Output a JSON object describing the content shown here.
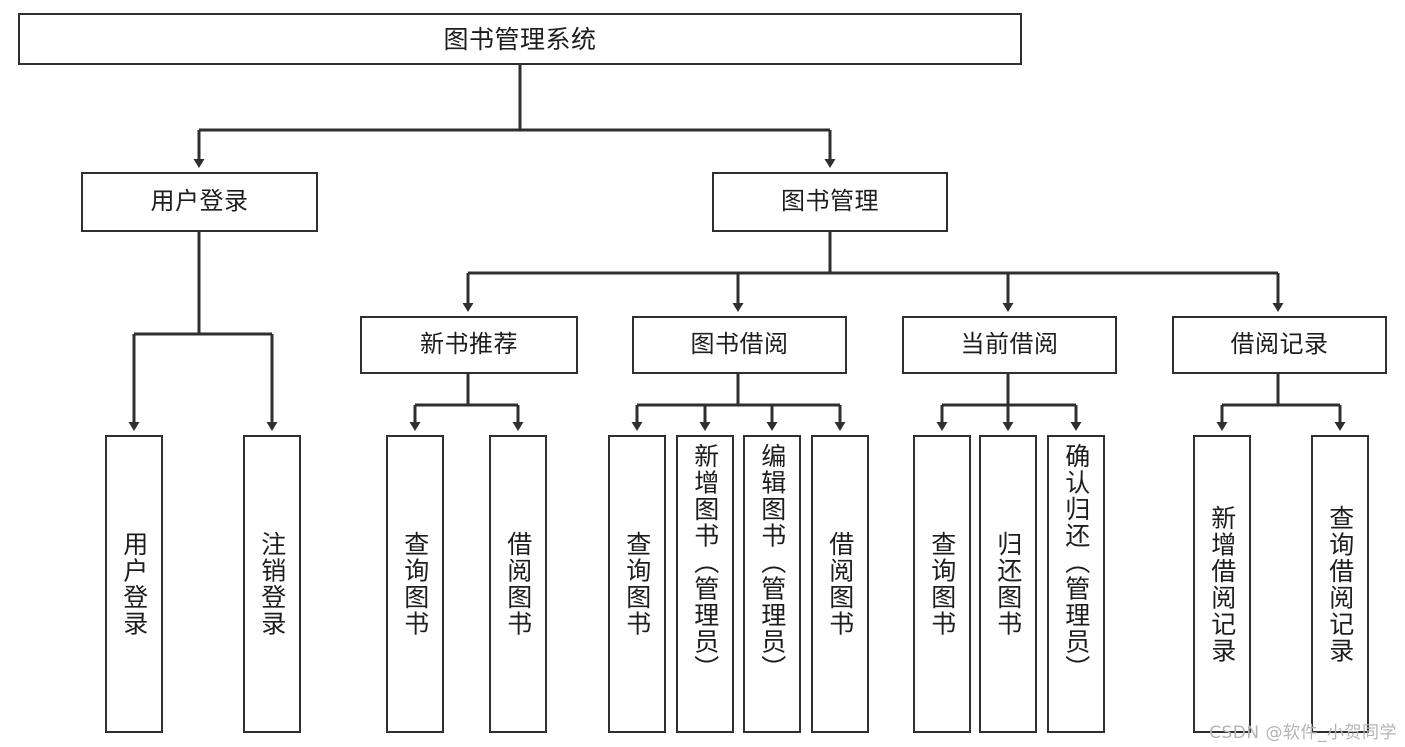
{
  "diagram": {
    "title": "图书管理系统",
    "type": "tree-hierarchy-diagram",
    "line_color": "#2f2f2f",
    "box_fill": "#ffffff",
    "text_color": "#1d1d1d"
  },
  "nodes": {
    "root": {
      "label": "图书管理系统"
    },
    "level2": [
      {
        "id": "user-login",
        "label": "用户登录"
      },
      {
        "id": "book-management",
        "label": "图书管理"
      }
    ],
    "level3": [
      {
        "id": "new-book-recommend",
        "label": "新书推荐"
      },
      {
        "id": "book-borrow",
        "label": "图书借阅"
      },
      {
        "id": "current-borrow",
        "label": "当前借阅"
      },
      {
        "id": "borrow-record",
        "label": "借阅记录"
      }
    ],
    "leaves": {
      "user_login": [
        {
          "id": "leaf-user-login",
          "label": "用户登录"
        },
        {
          "id": "leaf-user-logout",
          "label": "注销登录"
        }
      ],
      "new_book_recommend": [
        {
          "id": "leaf-query-book-1",
          "label": "查询图书"
        },
        {
          "id": "leaf-borrow-book-1",
          "label": "借阅图书"
        }
      ],
      "book_borrow": [
        {
          "id": "leaf-query-book-2",
          "label": "查询图书"
        },
        {
          "id": "leaf-add-book",
          "label": "新增图书（管理员）"
        },
        {
          "id": "leaf-edit-book",
          "label": "编辑图书（管理员）"
        },
        {
          "id": "leaf-borrow-book-2",
          "label": "借阅图书"
        }
      ],
      "current_borrow": [
        {
          "id": "leaf-query-book-3",
          "label": "查询图书"
        },
        {
          "id": "leaf-return-book",
          "label": "归还图书"
        },
        {
          "id": "leaf-confirm-return",
          "label": "确认归还（管理员）"
        }
      ],
      "borrow_record": [
        {
          "id": "leaf-add-record",
          "label": "新增借阅记录"
        },
        {
          "id": "leaf-query-record",
          "label": "查询借阅记录"
        }
      ]
    }
  },
  "watermark": {
    "text": "CSDN @软件_小贺同学"
  }
}
